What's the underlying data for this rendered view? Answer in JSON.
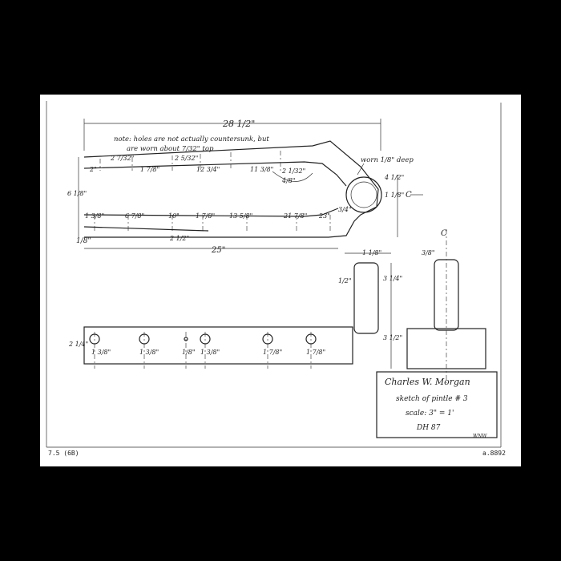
{
  "notes": {
    "main_note": "note: holes are not actually countersunk, but",
    "main_note_2": "are worn about 7/32\" top",
    "worn_note": "worn 1/8\" deep"
  },
  "upper_strap": {
    "overall_length": "28 1/2\"",
    "spacings": [
      "2\"",
      "2 7/32\"",
      "1 7/8\"",
      "2 5/32\"",
      "12 3/4\"",
      "11 3/8\"",
      "2 1/32\"",
      "4/8\""
    ],
    "taper": "2 1/32\"",
    "eye_radius": "3/4\""
  },
  "lower_strap": {
    "spacings": [
      "1 3/8\"",
      "6 7/8\"",
      "10\"",
      "1 7/8\"",
      "13 5/8\"",
      "21 7/8\"",
      "23\""
    ],
    "bevel": "1/8\"",
    "overall_length": "25\"",
    "heel_note": "2 1/2\""
  },
  "side_dims": {
    "total_height": "6 1/8\"",
    "eye_height": "1 1/8\"",
    "upper_offset": "4 1/2\"",
    "center_mark": "C"
  },
  "pintle_side": {
    "top_width": "1 1/8\"",
    "pin_height": "3 1/4\"",
    "clearance": "1/2\"",
    "base_height": "3 1/2\""
  },
  "pintle_end": {
    "center_mark": "C",
    "offset": "3/8\""
  },
  "strap_plan": {
    "width": "2 1/4\"",
    "holes": [
      "1 3/8\"",
      "1 3/8\"",
      "1/8\"",
      "1 3/8\"",
      "1 7/8\"",
      "1 7/8\""
    ]
  },
  "title_block": {
    "line1": "Charles W. Morgan",
    "line2": "sketch of pintle # 3",
    "line3": "scale: 3\" = 1'",
    "line4": "DH 87",
    "initials": "WNW"
  },
  "sheet_labels": {
    "bottom_left": "7.5 (6B)",
    "bottom_right": "a.8892"
  }
}
